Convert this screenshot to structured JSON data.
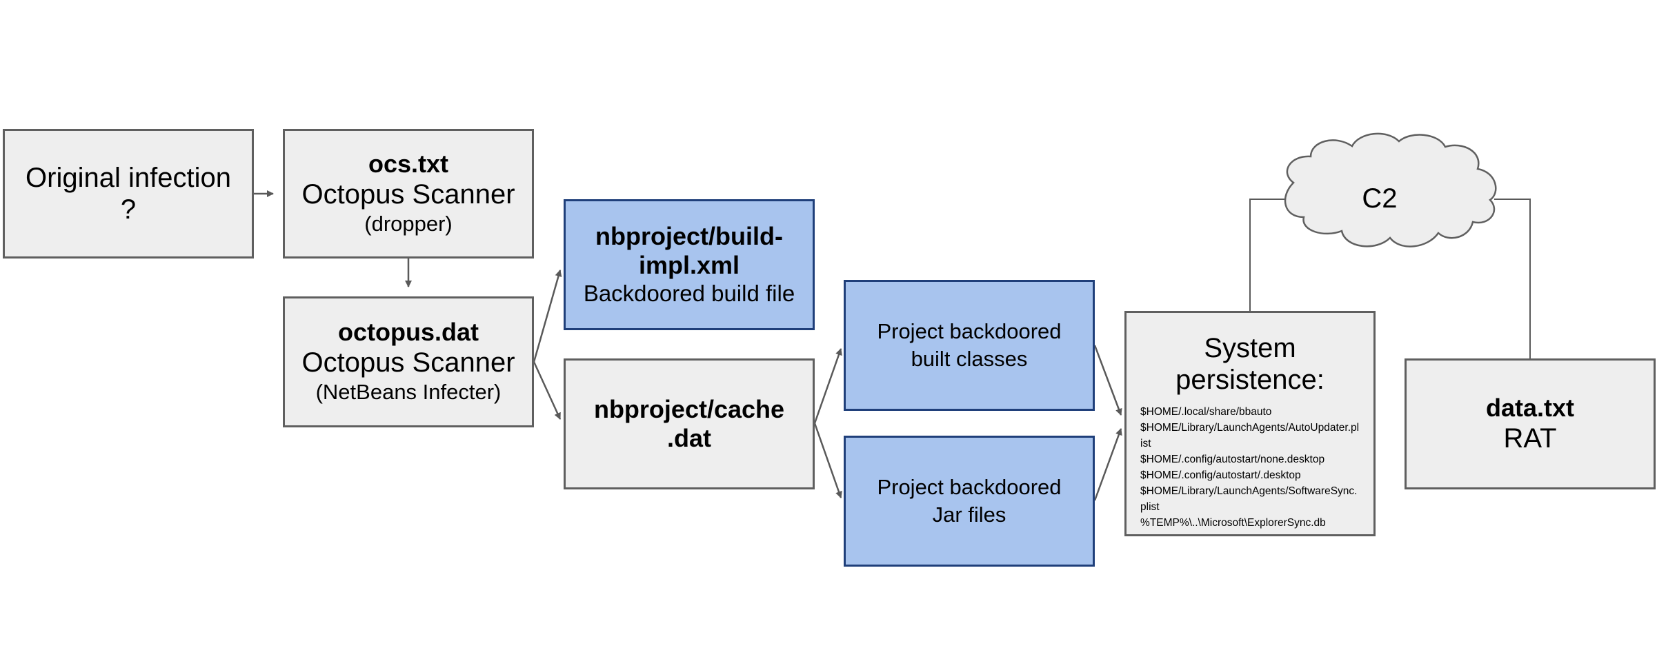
{
  "nodes": {
    "original": {
      "line1": "Original infection",
      "line2": "?"
    },
    "ocs": {
      "title": "ocs.txt",
      "subtitle": "Octopus Scanner",
      "note": "(dropper)"
    },
    "octopus": {
      "title": "octopus.dat",
      "subtitle": "Octopus Scanner",
      "note": "(NetBeans Infecter)"
    },
    "build": {
      "title_line1": "nbproject/build-",
      "title_line2": "impl.xml",
      "subtitle": "Backdoored build file"
    },
    "cache": {
      "title_line1": "nbproject/cache",
      "title_line2": ".dat"
    },
    "classes": {
      "line1": "Project backdoored",
      "line2": "built classes"
    },
    "jar": {
      "line1": "Project backdoored",
      "line2": "Jar files"
    },
    "system": {
      "title_line1": "System",
      "title_line2": "persistence:",
      "paths": [
        "$HOME/.local/share/bbauto",
        "$HOME/Library/LaunchAgents/AutoUpdater.plist",
        "$HOME/.config/autostart/none.desktop",
        "$HOME/.config/autostart/.desktop",
        "$HOME/Library/LaunchAgents/SoftwareSync.plist",
        "%TEMP%\\..\\Microsoft\\ExplorerSync.db"
      ]
    },
    "data": {
      "title": "data.txt",
      "subtitle": "RAT"
    },
    "c2": {
      "label": "C2"
    }
  },
  "colors": {
    "grey_fill": "#eeeeee",
    "grey_border": "#5f5f5f",
    "blue_fill": "#a8c4ee",
    "blue_border": "#1f3f7a",
    "connector": "#595959"
  }
}
